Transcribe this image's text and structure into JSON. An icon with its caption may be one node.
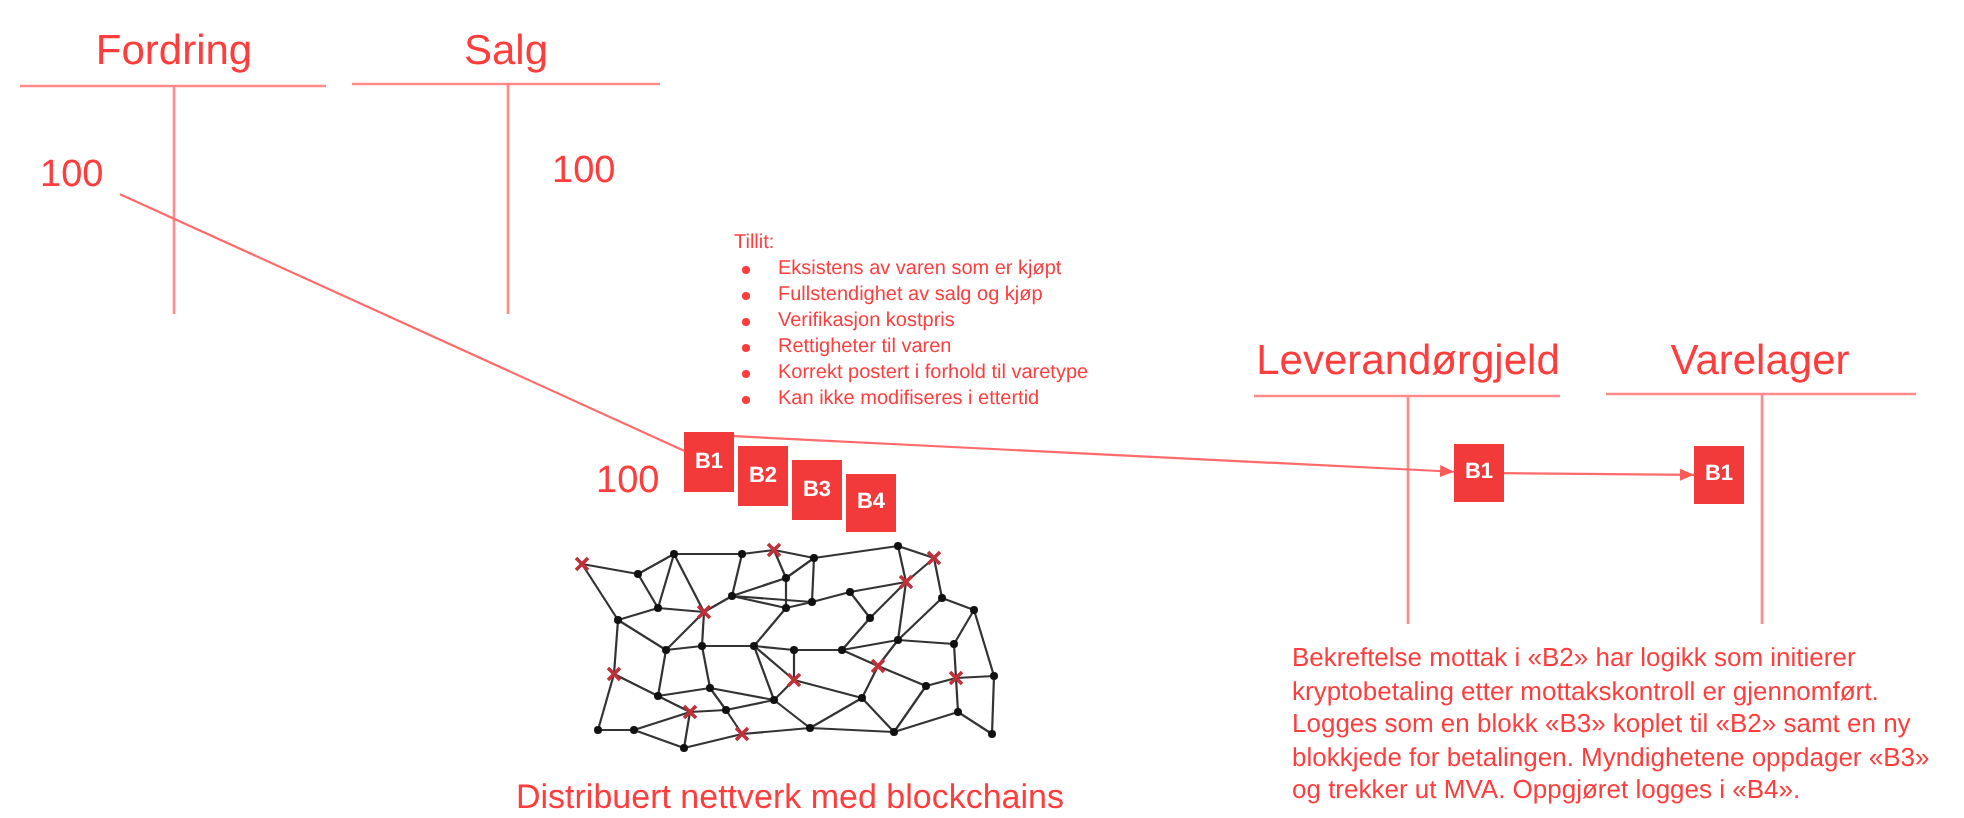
{
  "diagram": {
    "caption": "Distribuert nettverk med blockchains",
    "nodes": [
      {
        "text": [
          "100"
        ]
      },
      {
        "text": [
          "B1"
        ]
      },
      {
        "text": [
          "B2"
        ]
      },
      {
        "text": [
          "B3"
        ]
      },
      {
        "text": [
          "B4"
        ]
      },
      {
        "text": [
          "B1"
        ]
      },
      {
        "text": [
          "B1"
        ]
      }
    ],
    "edges": [
      {
        "from": 0,
        "to": 1,
        "arrow": "none"
      },
      {
        "from": 1,
        "to": 5,
        "arrow": "to"
      },
      {
        "from": 5,
        "to": 6,
        "arrow": "to"
      }
    ],
    "labels": [
      "Fordring",
      "Salg",
      "100",
      "100",
      "Tillit:",
      "Eksistens av varen som er kjøpt",
      "Fullstendighet av salg og kjøp",
      "Verifikasjon kostpris",
      "Rettigheter til varen",
      "Korrekt postert i forhold til varetype",
      "Kan ikke modifiseres i ettertid",
      "Leverandørgjeld",
      "Varelager",
      "Bekreftelse mottak i «B2» har logikk som initierer kryptobetaling etter mottakskontroll er gjennomført. Logges som en blokk «B3» koplet til «B2» samt en ny blokkjede for betalingen. Myndighetene oppdager «B3» og trekker ut MVA. Oppgjøret logges i «B4»."
    ]
  }
}
